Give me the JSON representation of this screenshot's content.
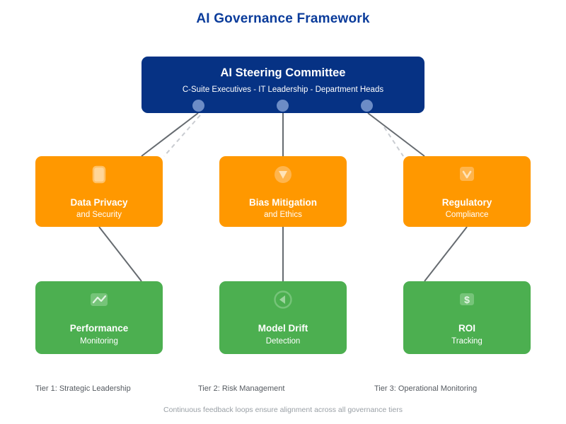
{
  "page": {
    "title": "AI Governance Framework",
    "footnote": "Continuous feedback loops ensure alignment across all governance tiers"
  },
  "colors": {
    "title": "#0B3C9B",
    "tier1": "#063284",
    "tier2": "#FF9800",
    "tier3": "#4CAF50",
    "connector_solid": "#666B70",
    "connector_dashed": "#C9CCD1",
    "dot": "#6C8CC6",
    "caption": "#555A60",
    "footnote": "#9AA0A6"
  },
  "tiers": [
    {
      "id": "tier-1",
      "caption": "Tier 1: Strategic Leadership",
      "nodes": [
        {
          "id": "ai-steering-committee",
          "title": "AI Steering Committee",
          "subtitle": "C-Suite Executives - IT Leadership - Department Heads",
          "icon": "",
          "dots": 3
        }
      ]
    },
    {
      "id": "tier-2",
      "caption": "Tier 2: Risk Management",
      "nodes": [
        {
          "id": "data-privacy",
          "title": "Data Privacy",
          "subtitle": "and Security",
          "icon": "lock-icon"
        },
        {
          "id": "bias-mitigation",
          "title": "Bias Mitigation",
          "subtitle": "and Ethics",
          "icon": "triangle-down-circle-icon"
        },
        {
          "id": "regulatory",
          "title": "Regulatory",
          "subtitle": "Compliance",
          "icon": "checkmark-icon"
        }
      ]
    },
    {
      "id": "tier-3",
      "caption": "Tier 3: Operational Monitoring",
      "nodes": [
        {
          "id": "performance",
          "title": "Performance",
          "subtitle": "Monitoring",
          "icon": "line-chart-icon"
        },
        {
          "id": "model-drift",
          "title": "Model Drift",
          "subtitle": "Detection",
          "icon": "triangle-left-circle-icon"
        },
        {
          "id": "roi",
          "title": "ROI",
          "subtitle": "Tracking",
          "icon": "dollar-icon"
        }
      ]
    }
  ]
}
